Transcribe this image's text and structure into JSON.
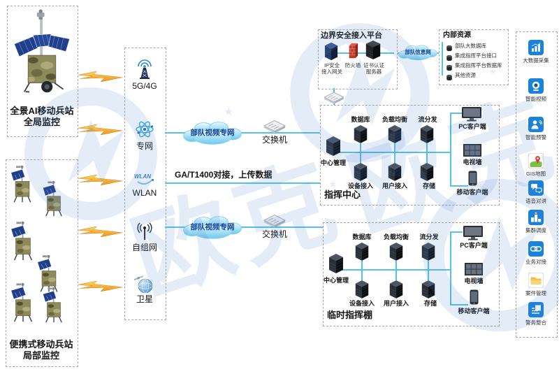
{
  "watermark": {
    "text": "欧克"
  },
  "left": {
    "panoramic_station": {
      "line1": "全景AI移动兵站",
      "line2": "全局监控"
    },
    "portable_station": {
      "line1": "便携式移动兵站",
      "line2": "局部监控"
    }
  },
  "networks": [
    {
      "label": "5G/4G"
    },
    {
      "label": "专网"
    },
    {
      "label": "WLAN"
    },
    {
      "label": "自组网"
    },
    {
      "label": "卫星"
    }
  ],
  "links": {
    "ga_t1400": "GA/T1400对接，上传数据",
    "video_net_top": "部队视频专网",
    "video_net_bottom": "部队视频专网",
    "info_net": "部队信息网",
    "switch_top": "交换机",
    "switch_bottom": "交换机"
  },
  "security_platform": {
    "title": "边界安全接入平台",
    "gateway": {
      "line1": "IP安全",
      "line2": "接入网关"
    },
    "firewall": "防火墙",
    "cert_server": {
      "line1": "证书认证",
      "line2": "服务器"
    }
  },
  "internal_resources": {
    "title": "内部资源",
    "items": [
      "部队大数据库",
      "集成指挥平台接口",
      "集成指挥平台数据库",
      "其他资源"
    ]
  },
  "command_center": {
    "title": "指挥中心",
    "database": "数据库",
    "load_balance": "负载均衡",
    "stream": "流分发",
    "mgmt": "中心管理",
    "device": "设备接入",
    "user": "用户接入",
    "storage": "存储",
    "pc": "PC客户端",
    "tv": "电视墙",
    "mobile": "移动客户端"
  },
  "temp_center": {
    "title": "临时指挥棚",
    "database": "数据库",
    "load_balance": "负载均衡",
    "stream": "流分发",
    "mgmt": "中心管理",
    "device": "设备接入",
    "user": "用户接入",
    "storage": "存储",
    "pc": "PC客户端",
    "tv": "电视墙",
    "mobile": "移动客户端"
  },
  "apps": [
    {
      "label": "大数据采集"
    },
    {
      "label": "智能视频"
    },
    {
      "label": "智能预警"
    },
    {
      "label": "GIS地图"
    },
    {
      "label": "语音对讲"
    },
    {
      "label": "集群调度"
    },
    {
      "label": "业务对接"
    },
    {
      "label": "案件管理"
    },
    {
      "label": "警务整合"
    }
  ]
}
